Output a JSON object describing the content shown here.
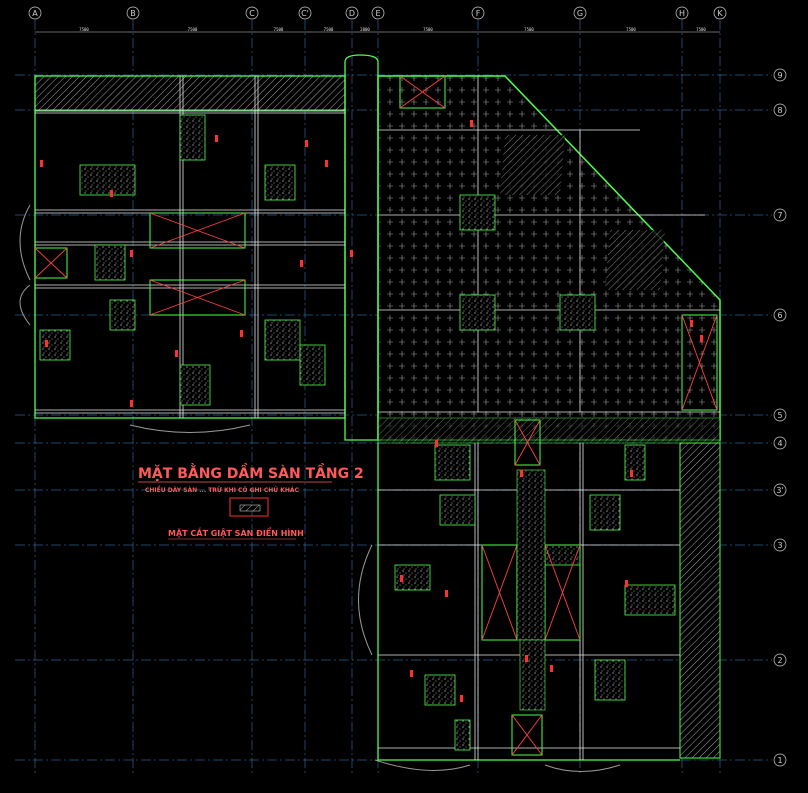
{
  "drawing": {
    "title": "MẶT BẰNG DẦM SÀN TẦNG 2",
    "subtitle": "CHIỀU DÀY SÀN ... TRỪ KHI CÓ GHI CHÚ KHÁC",
    "section_title": "MẶT CẮT GIẬT SÀN ĐIỂN HÌNH"
  },
  "grid": {
    "columns": [
      "A",
      "B",
      "C",
      "C'",
      "D",
      "E",
      "F",
      "G",
      "H",
      "K"
    ],
    "rows": [
      "9",
      "8",
      "7",
      "6",
      "5",
      "4",
      "3'",
      "3",
      "2",
      "1"
    ]
  },
  "dimensions": {
    "top": [
      "7500",
      "7500",
      "7500",
      "7500",
      "2000",
      "7500",
      "7500",
      "7500",
      "7500"
    ]
  },
  "colors": {
    "background": "#000000",
    "gridline": "#3a8fd8",
    "wall": "#4dff4d",
    "beam": "#e8e8e8",
    "accent": "#ff4040",
    "hatch": "#bdbdbd",
    "label": "#d77bff"
  }
}
